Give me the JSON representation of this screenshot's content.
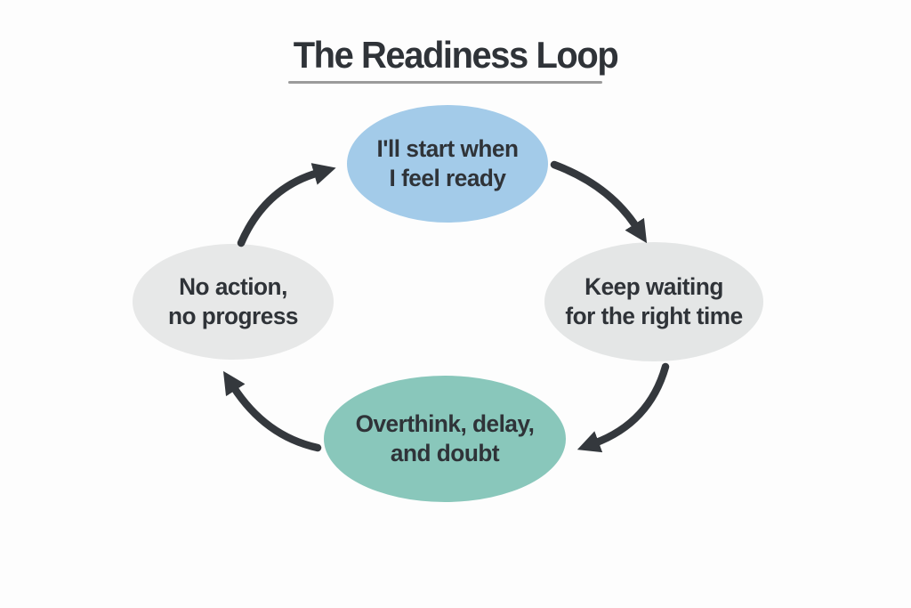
{
  "title": {
    "text": "The Readiness Loop"
  },
  "diagram": {
    "type": "cycle",
    "direction": "clockwise",
    "background_color": "#fdfdfd",
    "arrow_color": "#34383d",
    "text_color": "#2f3338",
    "underline_color": "#9b9b9b",
    "nodes": [
      {
        "id": "top",
        "label": "I'll start when\nI feel ready",
        "color": "#a3cbe9",
        "shape": "ellipse"
      },
      {
        "id": "right",
        "label": "Keep waiting\nfor the right time",
        "color": "#e4e6e6",
        "shape": "ellipse"
      },
      {
        "id": "bottom",
        "label": "Overthink, delay,\nand doubt",
        "color": "#89c7bb",
        "shape": "ellipse"
      },
      {
        "id": "left",
        "label": "No action,\nno progress",
        "color": "#e7e8e8",
        "shape": "ellipse"
      }
    ],
    "flow": [
      "top",
      "right",
      "bottom",
      "left",
      "top"
    ]
  }
}
